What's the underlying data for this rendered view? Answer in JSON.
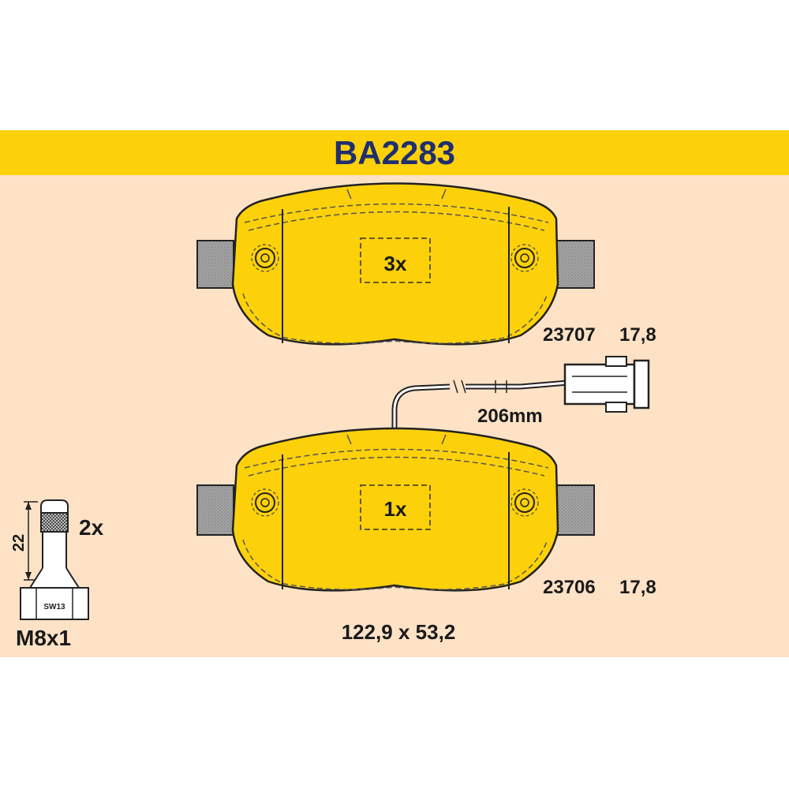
{
  "header": {
    "part_number": "BA2283"
  },
  "top_pad": {
    "quantity": "3x",
    "part_code": "23707",
    "thickness": "17,8"
  },
  "bottom_pad": {
    "quantity": "1x",
    "part_code": "23706",
    "thickness": "17,8",
    "dimensions": "122,9 x 53,2"
  },
  "wear_sensor": {
    "length": "206mm"
  },
  "bolt": {
    "length": "22",
    "quantity": "2x",
    "wrench": "SW13",
    "thread": "M8x1"
  },
  "colors": {
    "header_band": "#fdd10a",
    "background": "#fde2c6",
    "pad": "#fdd10a",
    "backplate": "#a3a3a3",
    "title_text": "#1f2f6e"
  }
}
